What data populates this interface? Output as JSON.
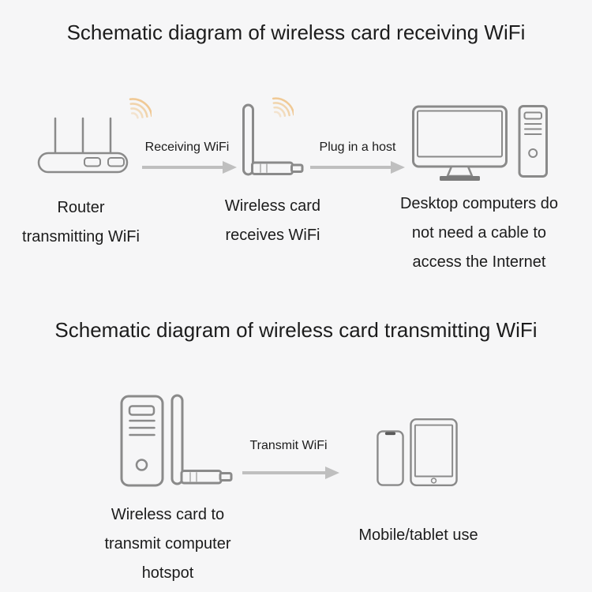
{
  "colors": {
    "bg": "#f6f6f7",
    "text": "#1c1c1c",
    "stroke": "#8a8a8a",
    "arrow": "#bfbfbf",
    "wave": "#eec184",
    "stand": "#7a7a7a",
    "notch": "#5a5a5a"
  },
  "sections": {
    "receiving": {
      "title": "Schematic diagram of wireless card receiving WiFi",
      "arrow1_label": "Receiving WiFi",
      "arrow2_label": "Plug in a host",
      "router_caption": [
        "Router",
        "transmitting WiFi"
      ],
      "card_caption": [
        "Wireless card",
        "receives WiFi"
      ],
      "desktop_caption": [
        "Desktop computers do",
        "not need a cable to",
        "access the Internet"
      ]
    },
    "transmitting": {
      "title": "Schematic diagram of wireless card transmitting WiFi",
      "arrow_label": "Transmit WiFi",
      "hotspot_caption": [
        "Wireless card to",
        "transmit computer",
        "hotspot"
      ],
      "mobile_caption": "Mobile/tablet use"
    }
  },
  "icons": {
    "wifi-signal": "orange radiating signal arcs",
    "router": "wifi router with three antennas",
    "wireless-card": "usb wifi adapter with antenna",
    "desktop-computer": "monitor with pc tower",
    "pc-tower": "vertical computer case",
    "phone": "smartphone with notch",
    "tablet": "tablet with home button",
    "arrow-right": "gray right arrow"
  }
}
